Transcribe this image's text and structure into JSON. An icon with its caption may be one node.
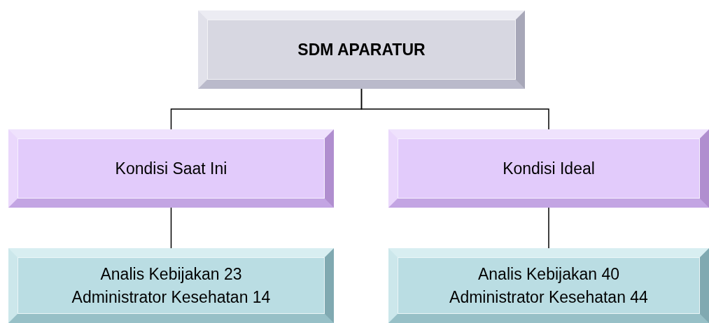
{
  "diagram": {
    "nodes": [
      {
        "text": [
          "SDM APARATUR"
        ]
      },
      {
        "text": [
          "Kondisi Saat Ini"
        ]
      },
      {
        "text": [
          "Kondisi Ideal"
        ]
      },
      {
        "text": [
          "Analis Kebijakan 23",
          "Administrator Kesehatan 14"
        ]
      },
      {
        "text": [
          "Analis Kebijakan 40",
          "Administrator Kesehatan 44"
        ]
      }
    ],
    "edges": [
      {
        "from": 0,
        "to": 1,
        "arrow": "none"
      },
      {
        "from": 0,
        "to": 2,
        "arrow": "none"
      },
      {
        "from": 1,
        "to": 3,
        "arrow": "none"
      },
      {
        "from": 2,
        "to": 4,
        "arrow": "none"
      }
    ]
  }
}
